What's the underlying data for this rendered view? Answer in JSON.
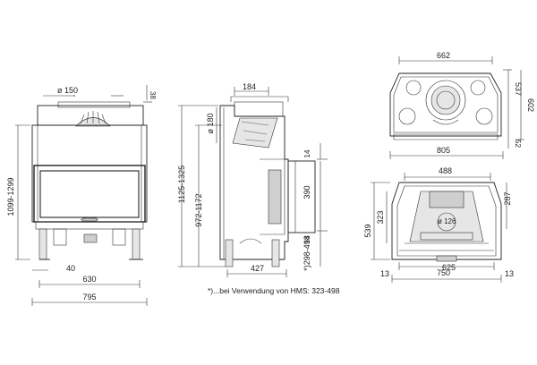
{
  "front_view": {
    "flue_diameter": "ø 150",
    "top_offset": "38",
    "height_range": "1099-1299",
    "foot_inset": "40",
    "inner_width": "630",
    "overall_width": "795"
  },
  "side_view": {
    "top_depth": "184",
    "flue_diameter": "ø 180",
    "total_height": "1125-1325",
    "door_height": "972-1172",
    "upper_gap": "14",
    "opening_height": "390",
    "lower_gap": "14",
    "base_height": "*)298-498",
    "depth": "427"
  },
  "top_view": {
    "top_width": "662",
    "depth_outer": "537",
    "depth_total": "602",
    "front_offset": "52",
    "overall_width": "805"
  },
  "section_view": {
    "top_width": "488",
    "upper_height": "323",
    "right_height": "287",
    "total_height": "539",
    "flue_label": "ø 126",
    "inner_width": "625",
    "overall_width": "750",
    "left_margin": "13",
    "right_margin": "13"
  },
  "footnote": "*)...bei Verwendung von HMS: 323-498"
}
